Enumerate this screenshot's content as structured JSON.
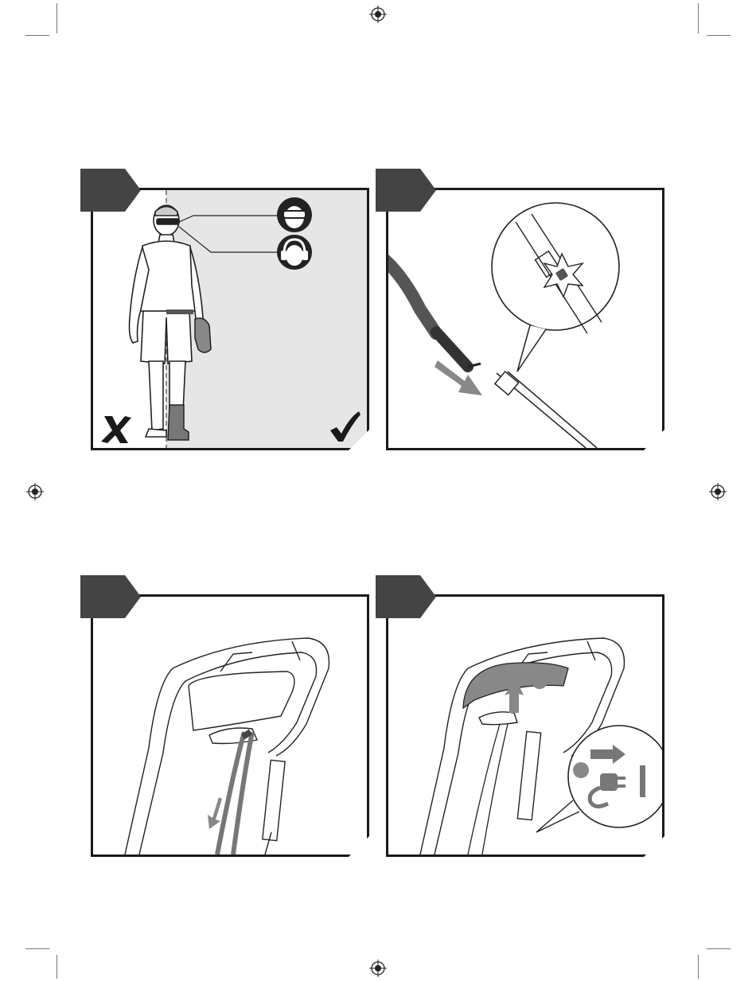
{
  "page": {
    "document_type": "instruction manual page with four illustrated steps"
  },
  "steps": [
    {
      "number": "",
      "illustration": "person-protective-gear",
      "icons": [
        "safety-goggles-icon",
        "ear-protection-icon",
        "cross-mark-icon",
        "check-mark-icon"
      ]
    },
    {
      "number": "",
      "illustration": "cable-hook-attach",
      "icons": [
        "push-arrow-icon",
        "click-burst-icon"
      ]
    },
    {
      "number": "",
      "illustration": "cable-routing-handle",
      "icons": [
        "down-arrow-icon"
      ]
    },
    {
      "number": "",
      "illustration": "start-lever-and-plug",
      "icons": [
        "up-arrow-icon",
        "plug-arrow-icon"
      ]
    }
  ],
  "colors": {
    "frame": "#1a1a1a",
    "tab": "#444444",
    "panel_shade": "#e6e6e6",
    "arrow": "#777777"
  }
}
